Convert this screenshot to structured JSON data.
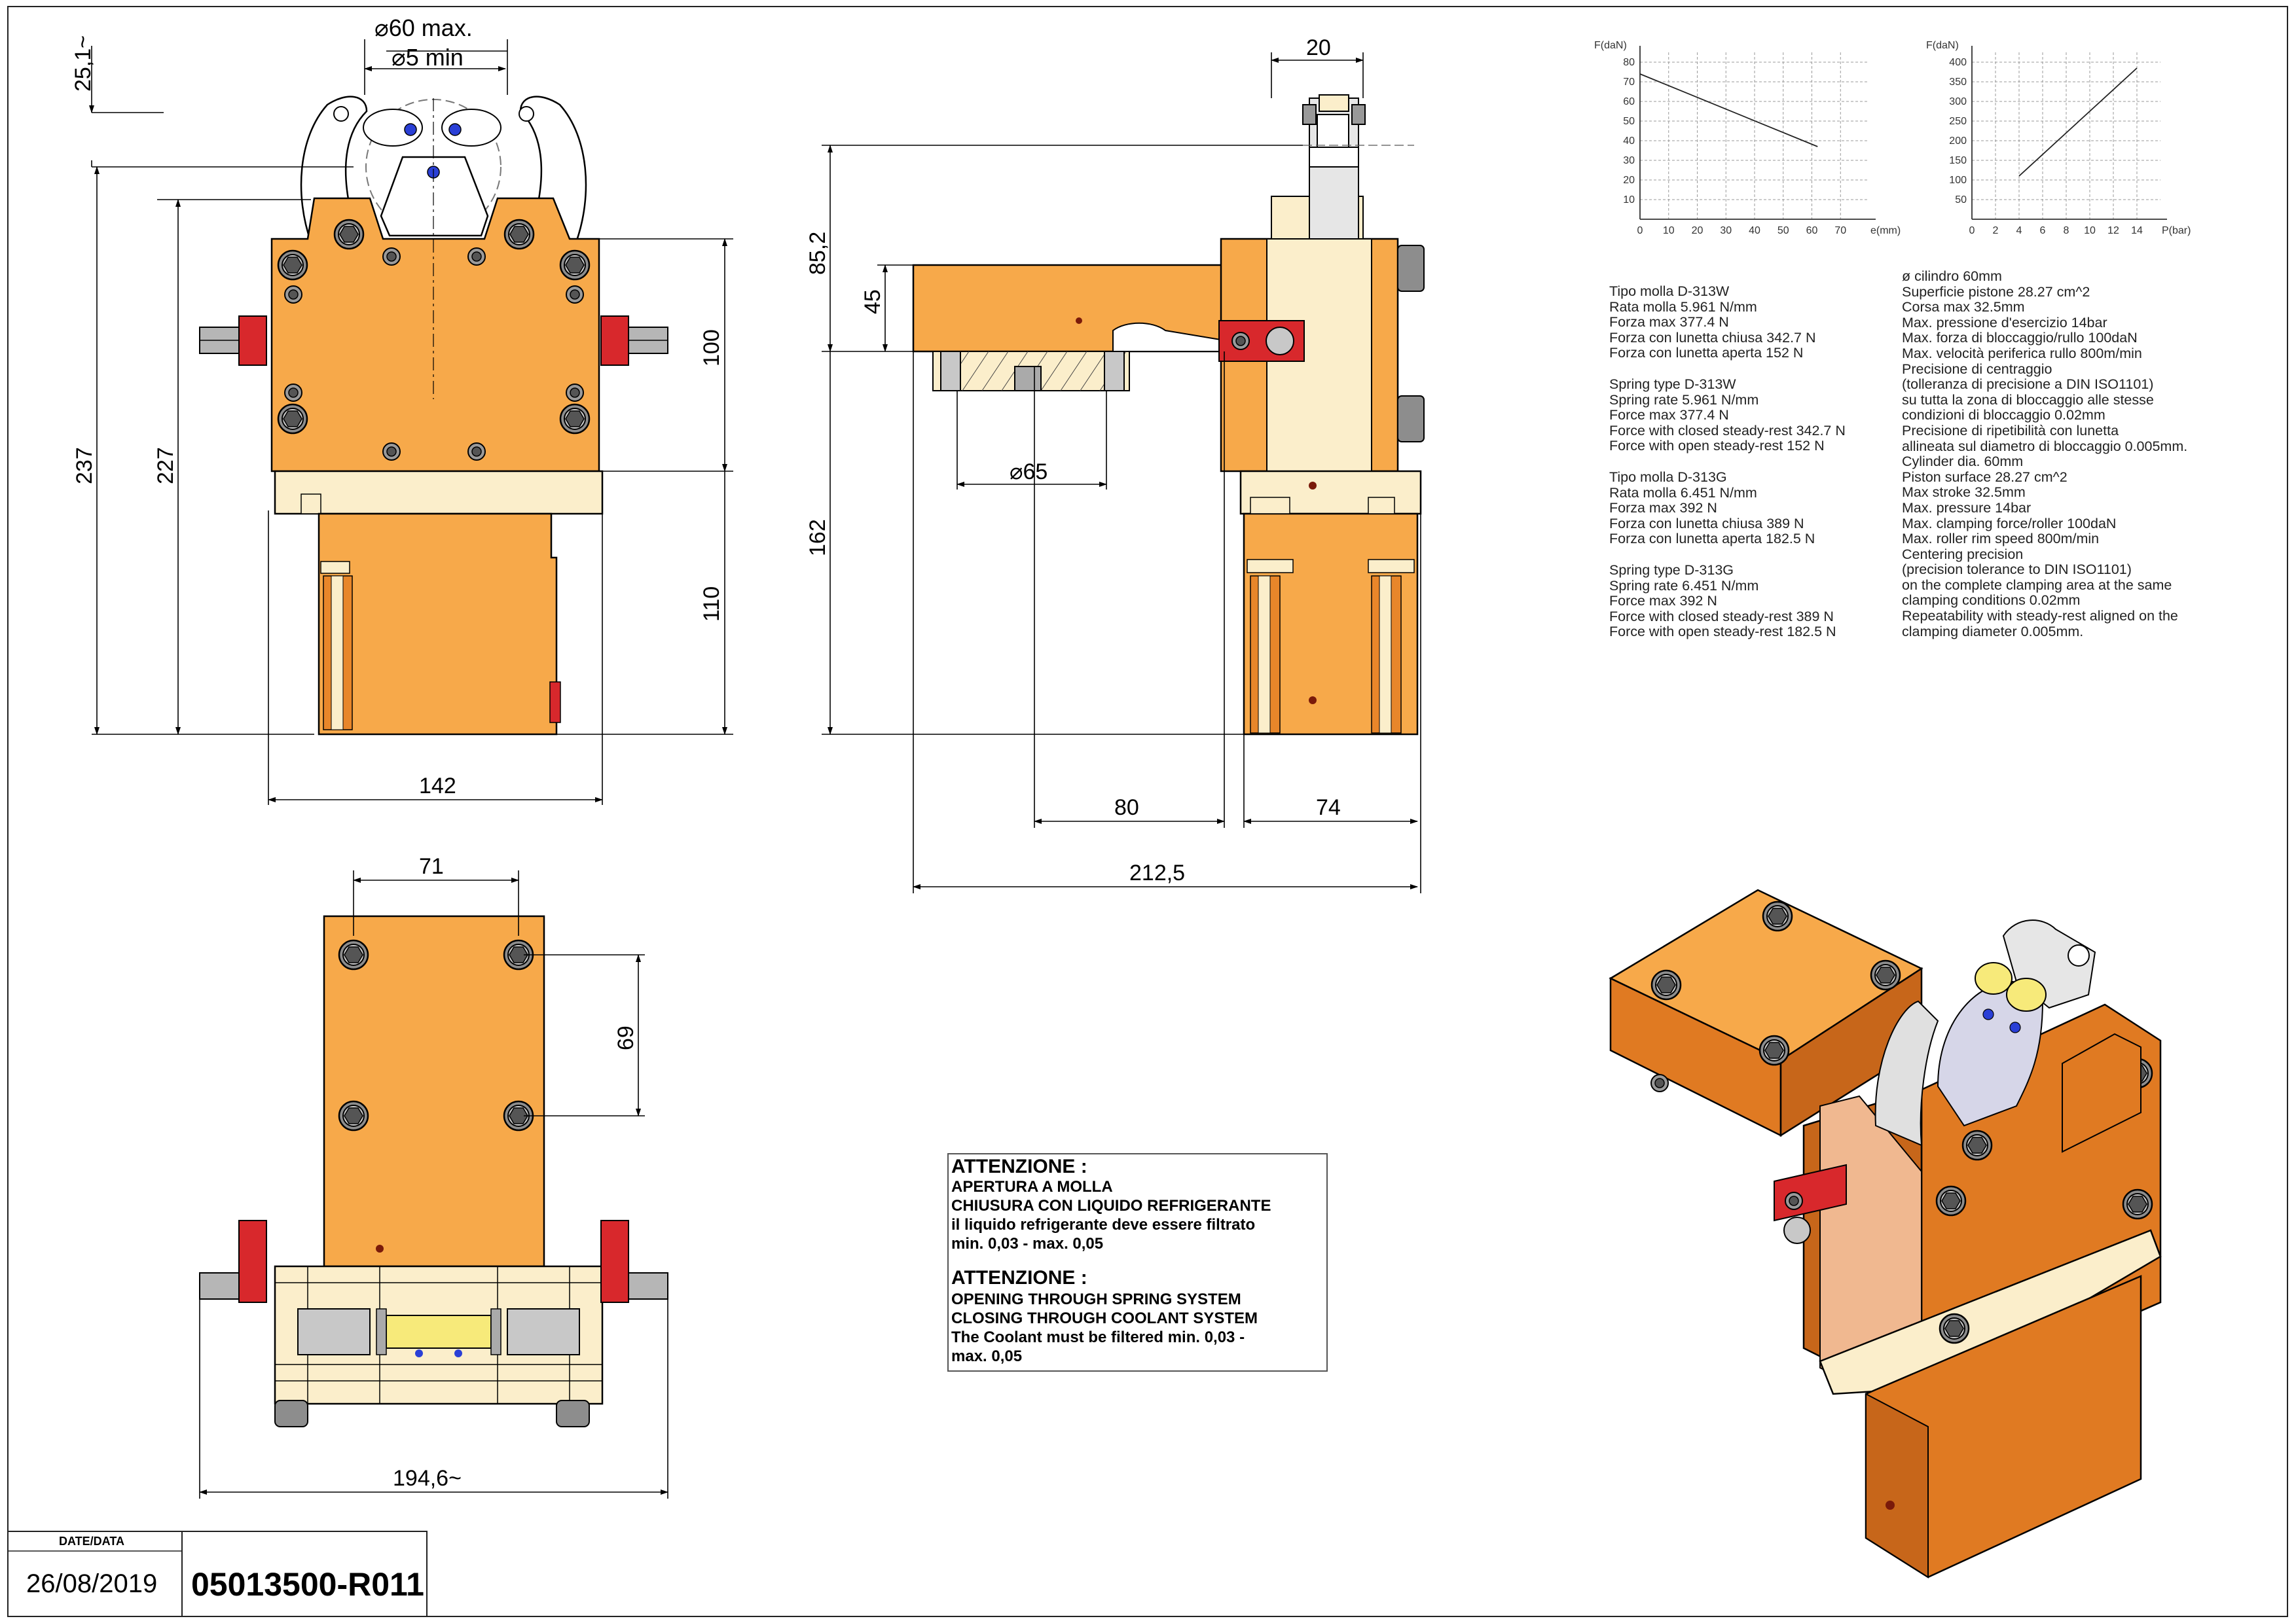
{
  "dims": {
    "d_max": "60 max.",
    "d_min": "5 min",
    "top_offset": "25,1~",
    "h237": "237",
    "h227": "227",
    "h100": "100",
    "h110": "110",
    "w142": "142",
    "w20": "20",
    "h85": "85,2",
    "h45": "45",
    "d65": "65",
    "h162": "162",
    "w80": "80",
    "w74": "74",
    "w212": "212,5",
    "w71": "71",
    "h69": "69",
    "w194": "194,6~"
  },
  "chart_data": [
    {
      "type": "line",
      "ylabel": "F(daN)",
      "xlabel": "e(mm)",
      "x_ticks": [
        "0",
        "10",
        "20",
        "30",
        "40",
        "50",
        "60",
        "70"
      ],
      "y_ticks": [
        "10",
        "20",
        "30",
        "40",
        "50",
        "60",
        "70",
        "80"
      ],
      "xlim": [
        0,
        80
      ],
      "ylim": [
        0,
        85
      ],
      "series": [
        {
          "x": [
            0,
            62
          ],
          "y": [
            74,
            37
          ]
        }
      ]
    },
    {
      "type": "line",
      "ylabel": "F(daN)",
      "xlabel": "P(bar)",
      "x_ticks": [
        "0",
        "2",
        "4",
        "6",
        "8",
        "10",
        "12",
        "14"
      ],
      "y_ticks": [
        "50",
        "100",
        "150",
        "200",
        "250",
        "300",
        "350",
        "400"
      ],
      "xlim": [
        0,
        16
      ],
      "ylim": [
        0,
        425
      ],
      "series": [
        {
          "x": [
            4,
            14
          ],
          "y": [
            110,
            385
          ]
        }
      ]
    }
  ],
  "spec_left": [
    "Tipo molla   D-313W",
    "Rata molla   5.961 N/mm",
    "Forza max   377.4 N",
    "Forza con lunetta chiusa 342.7 N",
    "Forza con lunetta aperta 152 N",
    "",
    "Spring type   D-313W",
    "Spring rate   5.961 N/mm",
    "Force max   377.4 N",
    "Force with closed steady-rest 342.7 N",
    "Force with open steady-rest 152 N",
    "",
    "Tipo molla   D-313G",
    "Rata molla   6.451 N/mm",
    "Forza max   392 N",
    "Forza con lunetta chiusa 389 N",
    "Forza con lunetta aperta 182.5 N",
    "",
    "Spring type   D-313G",
    "Spring rate   6.451 N/mm",
    "Force max   392 N",
    "Force with closed steady-rest 389 N",
    "Force with open steady-rest 182.5 N"
  ],
  "spec_right": [
    "ø cilindro   60mm",
    "Superficie pistone   28.27 cm^2",
    "Corsa max   32.5mm",
    "Max. pressione d'esercizio  14bar",
    "Max. forza di bloccaggio/rullo  100daN",
    "Max. velocità periferica rullo   800m/min",
    "Precisione di centraggio",
    "(tolleranza di precisione a DIN ISO1101)",
    "su tutta la zona di bloccaggio alle stesse",
    "condizioni di bloccaggio 0.02mm",
    "Precisione di ripetibilità con lunetta",
    "allineata sul diametro di bloccaggio  0.005mm.",
    "Cylinder dia.   60mm",
    "Piston surface   28.27 cm^2",
    "Max stroke   32.5mm",
    "Max. pressure  14bar",
    "Max. clamping force/roller  100daN",
    "Max. roller rim speed   800m/min",
    "Centering precision",
    "(precision tolerance to DIN ISO1101)",
    "on the complete clamping area at the same",
    "clamping conditions 0.02mm",
    "Repeatability with steady-rest aligned on the",
    "clamping diameter 0.005mm."
  ],
  "warning": {
    "title_it": "ATTENZIONE :",
    "it_1": "APERTURA A MOLLA",
    "it_2": "CHIUSURA CON LIQUIDO REFRIGERANTE",
    "it_3": "il liquido refrigerante deve essere filtrato",
    "it_4": "min. 0,03 - max. 0,05",
    "title_en": "ATTENZIONE :",
    "en_1": "OPENING THROUGH SPRING SYSTEM",
    "en_2": "CLOSING THROUGH COOLANT SYSTEM",
    "en_3": "The Coolant must be filtered min. 0,03 -",
    "en_4": "max. 0,05"
  },
  "title_block": {
    "date_label": "DATE/DATA",
    "date": "26/08/2019",
    "code": "05013500-R011"
  },
  "colors": {
    "body": "#f7a94a",
    "body_dark": "#e8862a",
    "cream": "#fbeecb",
    "red": "#d8282c",
    "iso_orange": "#e07a22"
  }
}
